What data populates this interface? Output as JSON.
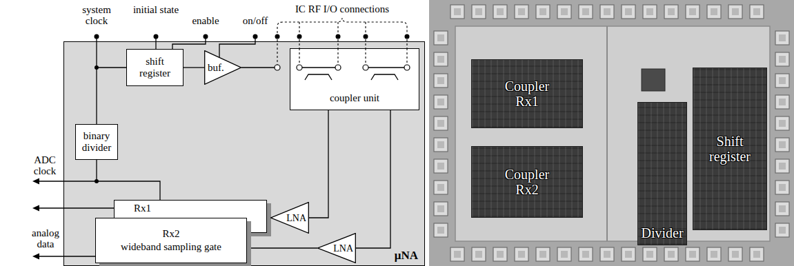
{
  "diagram": {
    "nodes": [
      {
        "text": [
          "μNA"
        ]
      },
      {
        "text": [
          "shift register"
        ],
        "in": 0
      },
      {
        "text": [
          "buf."
        ],
        "in": 0
      },
      {
        "text": [
          "coupler unit"
        ],
        "in": 0
      },
      {
        "text": [
          "binary divider"
        ],
        "in": 0
      },
      {
        "text": [
          "Rx1"
        ],
        "in": 0
      },
      {
        "text": [
          "Rx2",
          "wideband sampling gate"
        ],
        "in": 0
      },
      {
        "text": [
          "LNA"
        ],
        "in": 0
      },
      {
        "text": [
          "LNA"
        ],
        "in": 0
      },
      {
        "text": [
          "Coupler Rx1"
        ]
      },
      {
        "text": [
          "Coupler Rx2"
        ]
      },
      {
        "text": [
          "Divider"
        ]
      },
      {
        "text": [
          "Shift register"
        ]
      }
    ],
    "edges": [
      {
        "from": 1,
        "to": 2,
        "arrow": "none"
      },
      {
        "from": 4,
        "to": 5,
        "arrow": "none"
      },
      {
        "from": 3,
        "to": 7,
        "arrow": "none"
      },
      {
        "from": 3,
        "to": 8,
        "arrow": "none"
      },
      {
        "from": 7,
        "to": 5,
        "arrow": "none"
      },
      {
        "from": 8,
        "to": 6,
        "arrow": "none"
      }
    ],
    "labels": [
      "system clock",
      "initial state",
      "enable",
      "on/off",
      "IC RF I/O connections",
      "ADC clock",
      "analog data"
    ]
  }
}
